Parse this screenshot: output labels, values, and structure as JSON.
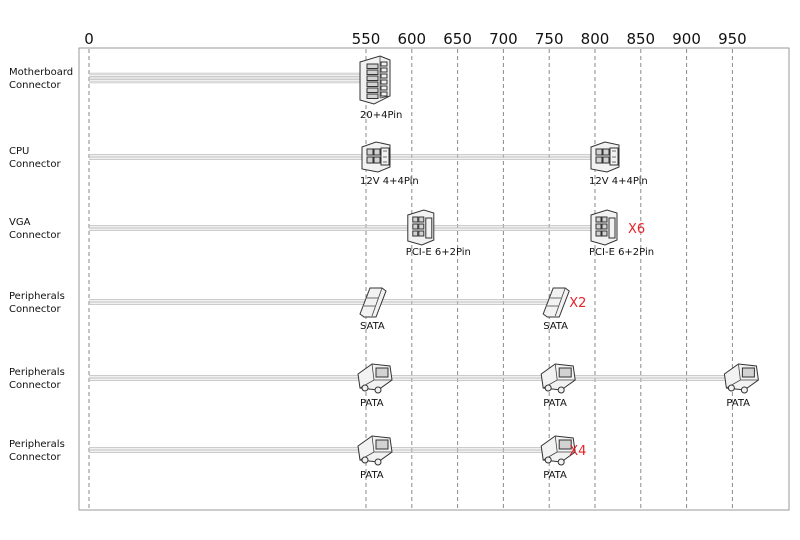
{
  "scale": {
    "ticks": [
      "0",
      "550",
      "600",
      "650",
      "700",
      "750",
      "800",
      "850",
      "900",
      "950"
    ]
  },
  "rows": [
    {
      "label_lines": [
        "Motherboard",
        "Connector"
      ],
      "connectors": [
        {
          "type": "atx",
          "at": "550",
          "label": "20+4Pin"
        }
      ],
      "multiplier": ""
    },
    {
      "label_lines": [
        "CPU",
        "Connector"
      ],
      "connectors": [
        {
          "type": "eps",
          "at": "550",
          "label": "12V 4+4Pin"
        },
        {
          "type": "eps",
          "at": "800",
          "label": "12V 4+4Pin"
        }
      ],
      "multiplier": ""
    },
    {
      "label_lines": [
        "VGA",
        "Connector"
      ],
      "connectors": [
        {
          "type": "pcie",
          "at": "600",
          "label": "PCI-E 6+2Pin"
        },
        {
          "type": "pcie",
          "at": "800",
          "label": "PCI-E 6+2Pin"
        }
      ],
      "multiplier": "X6"
    },
    {
      "label_lines": [
        "Peripherals",
        "Connector"
      ],
      "connectors": [
        {
          "type": "sata",
          "at": "550",
          "label": "SATA"
        },
        {
          "type": "sata",
          "at": "750",
          "label": "SATA"
        }
      ],
      "multiplier": "X2"
    },
    {
      "label_lines": [
        "Peripherals",
        "Connector"
      ],
      "connectors": [
        {
          "type": "pata",
          "at": "550",
          "label": "PATA"
        },
        {
          "type": "pata",
          "at": "750",
          "label": "PATA"
        },
        {
          "type": "pata",
          "at": "950",
          "label": "PATA"
        }
      ],
      "multiplier": ""
    },
    {
      "label_lines": [
        "Peripherals",
        "Connector"
      ],
      "connectors": [
        {
          "type": "pata",
          "at": "550",
          "label": "PATA"
        },
        {
          "type": "pata",
          "at": "750",
          "label": "PATA"
        }
      ],
      "multiplier": "X4"
    }
  ],
  "colors": {
    "multiplier": "#e8222a",
    "wire": "#c4c4c4",
    "grid": "#8a8a8a"
  }
}
